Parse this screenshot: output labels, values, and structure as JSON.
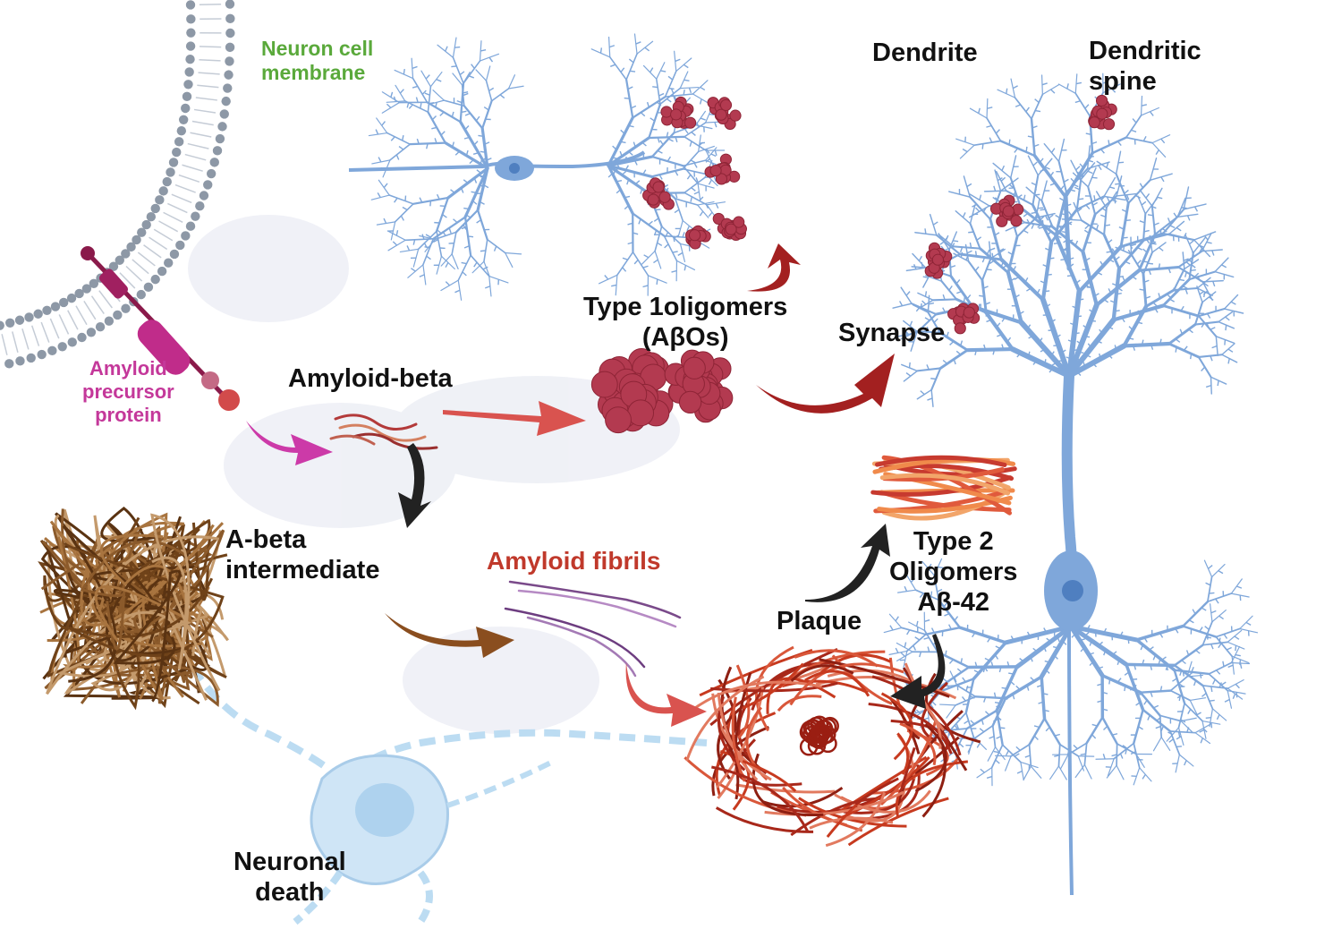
{
  "labels": {
    "neuron_cell_membrane": [
      "Neuron cell",
      "membrane"
    ],
    "amyloid_precursor_protein": [
      "Amyloid",
      "precursor",
      "protein"
    ],
    "amyloid_beta": "Amyloid-beta",
    "type1_oligomers": [
      "Type 1oligomers",
      "(AβOs)"
    ],
    "synapse": "Synapse",
    "dendrite": "Dendrite",
    "dendritic_spine": [
      "Dendritic",
      "spine"
    ],
    "a_beta_intermediate": [
      "A-beta",
      "intermediate"
    ],
    "amyloid_fibrils": "Amyloid fibrils",
    "type2_oligomers": [
      "Type 2",
      "Oligomers",
      "Aβ-42"
    ],
    "plaque": "Plaque",
    "neuronal_death": [
      "Neuronal",
      "death"
    ]
  },
  "colors": {
    "neuron": "#7fa7da",
    "neuron_dark": "#4f7fc0",
    "membrane": "#8d98a6",
    "app": "#c02c8a",
    "oligomer": "#b33a50",
    "arrow_red": "#d9534f",
    "arrow_darkred": "#a32020",
    "arrow_magenta": "#cc3aa8",
    "arrow_black": "#222222",
    "arrow_brown": "#8a4e1f",
    "fibril_brown": "#8b5a2b",
    "plaque_red": "#c73a1f",
    "type2_orange": "#f08a4b",
    "dead_neuron": "#bcdcf2"
  }
}
